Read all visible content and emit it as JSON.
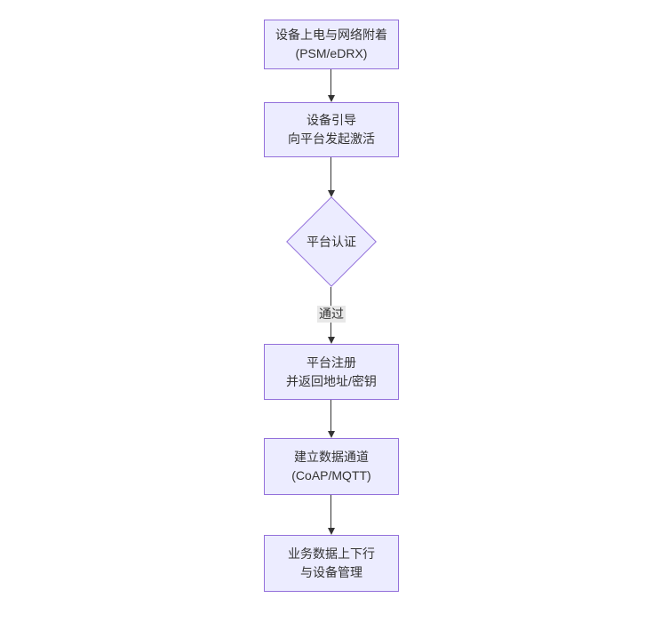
{
  "diagram": {
    "type": "flowchart",
    "direction": "top-down",
    "colors": {
      "node_fill": "#ECECFF",
      "node_border": "#9370DB",
      "text_color": "#333333",
      "arrow_color": "#333333",
      "edge_label_bg": "#e8e8e8",
      "canvas_bg": "#ffffff"
    },
    "nodes": [
      {
        "id": "power-attach",
        "type": "rect",
        "lines": [
          "设备上电与网络附着",
          "(PSM/eDRX)"
        ]
      },
      {
        "id": "bootstrap",
        "type": "rect",
        "lines": [
          "设备引导",
          "向平台发起激活"
        ]
      },
      {
        "id": "platform-auth",
        "type": "diamond",
        "lines": [
          "平台认证"
        ]
      },
      {
        "id": "register",
        "type": "rect",
        "lines": [
          "平台注册",
          "并返回地址/密钥"
        ]
      },
      {
        "id": "data-channel",
        "type": "rect",
        "lines": [
          "建立数据通道",
          "(CoAP/MQTT)"
        ]
      },
      {
        "id": "business",
        "type": "rect",
        "lines": [
          "业务数据上下行",
          "与设备管理"
        ]
      }
    ],
    "edges": [
      {
        "from": "power-attach",
        "to": "bootstrap",
        "label": ""
      },
      {
        "from": "bootstrap",
        "to": "platform-auth",
        "label": ""
      },
      {
        "from": "platform-auth",
        "to": "register",
        "label": "通过"
      },
      {
        "from": "register",
        "to": "data-channel",
        "label": ""
      },
      {
        "from": "data-channel",
        "to": "business",
        "label": ""
      }
    ]
  }
}
